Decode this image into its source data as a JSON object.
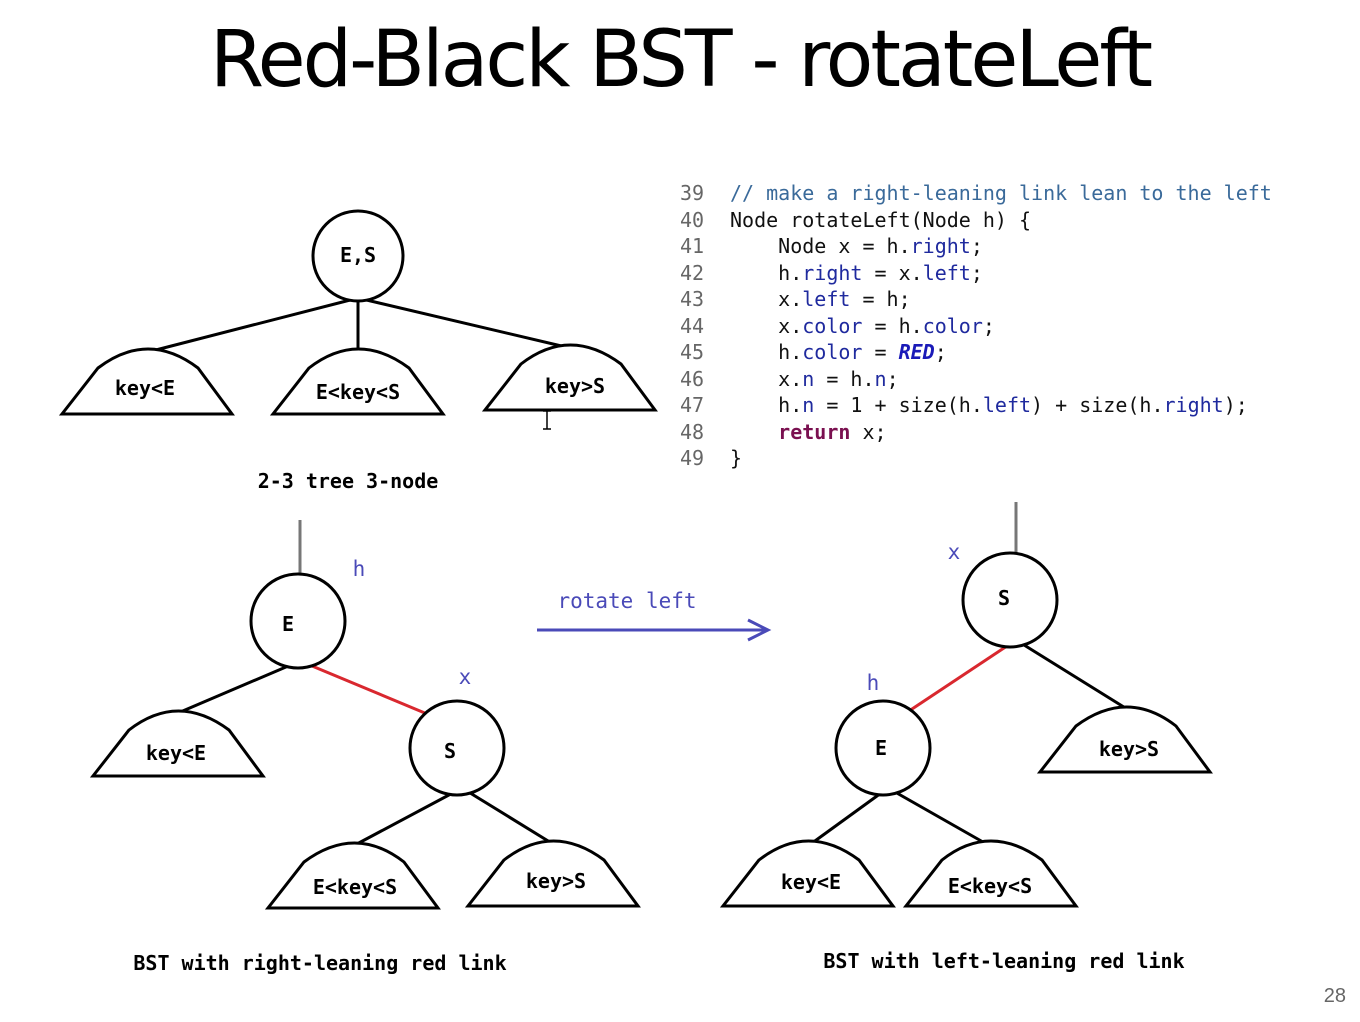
{
  "title": "Red-Black BST - rotateLeft",
  "page_number": "28",
  "code": {
    "lines": [
      {
        "num": "39",
        "text": "// make a right-leaning link lean to the left"
      },
      {
        "num": "40",
        "text": "Node rotateLeft(Node h) {"
      },
      {
        "num": "41",
        "text": "    Node x = h.right;"
      },
      {
        "num": "42",
        "text": "    h.right = x.left;"
      },
      {
        "num": "43",
        "text": "    x.left = h;"
      },
      {
        "num": "44",
        "text": "    x.color = h.color;"
      },
      {
        "num": "45",
        "text": "    h.color = RED;"
      },
      {
        "num": "46",
        "text": "    x.n = h.n;"
      },
      {
        "num": "47",
        "text": "    h.n = 1 + size(h.left) + size(h.right);"
      },
      {
        "num": "48",
        "text": "    return x;"
      },
      {
        "num": "49",
        "text": "}"
      }
    ]
  },
  "tree_23": {
    "node": "E,S",
    "subtrees": [
      "key<E",
      "E<key<S",
      "key>S"
    ],
    "caption": "2-3 tree 3-node"
  },
  "tree_right": {
    "root": "E",
    "child": "S",
    "root_var": "h",
    "child_var": "x",
    "subtrees": [
      "key<E",
      "E<key<S",
      "key>S"
    ],
    "caption": "BST with right-leaning red link"
  },
  "tree_left": {
    "root": "S",
    "child": "E",
    "root_var": "x",
    "child_var": "h",
    "subtrees": [
      "key<E",
      "E<key<S",
      "key>S"
    ],
    "caption": "BST with left-leaning red link"
  },
  "arrow_label": "rotate left",
  "colors": {
    "red_link": "#d9282f",
    "label_blue": "#4a4ab8",
    "black": "#000000"
  }
}
